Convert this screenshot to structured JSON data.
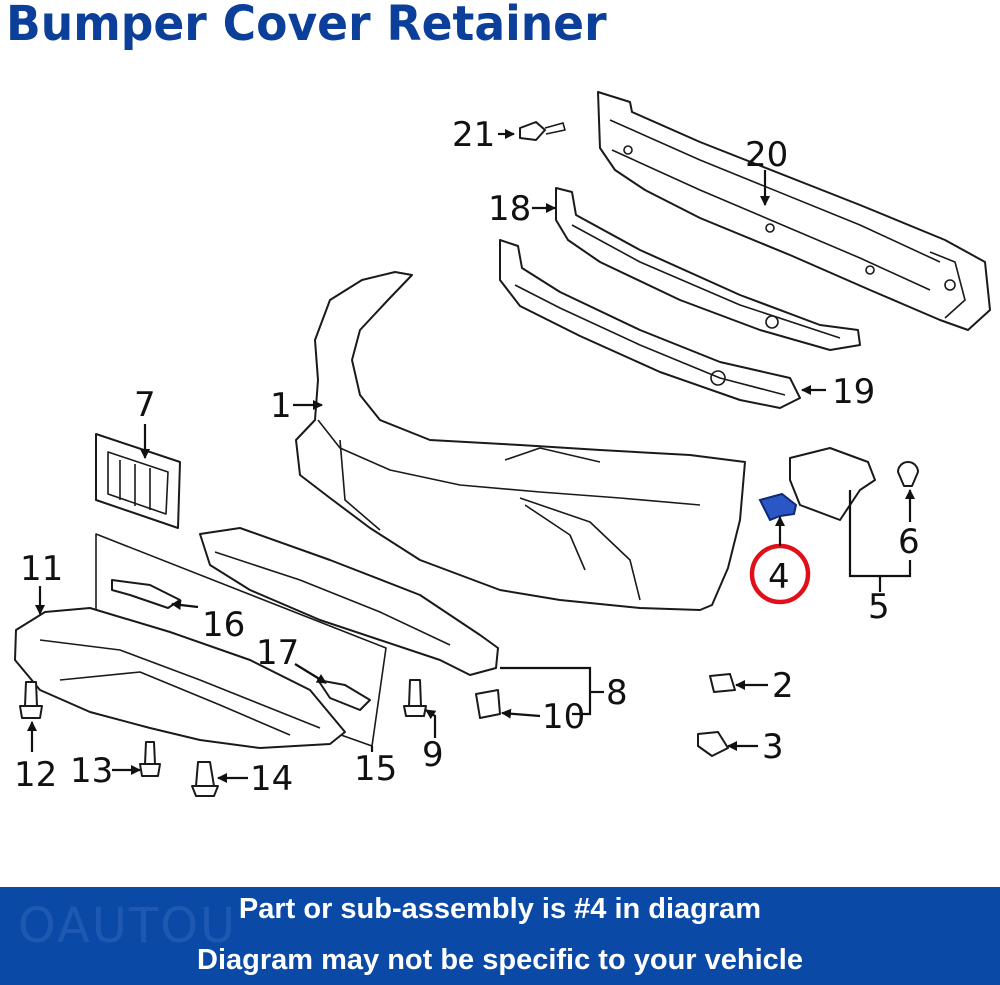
{
  "title": "Bumper Cover Retainer",
  "callouts": {
    "p1": "1",
    "p2": "2",
    "p3": "3",
    "p4": "4",
    "p5": "5",
    "p6": "6",
    "p7": "7",
    "p8": "8",
    "p9": "9",
    "p10": "10",
    "p11": "11",
    "p12": "12",
    "p13": "13",
    "p14": "14",
    "p15": "15",
    "p16": "16",
    "p17": "17",
    "p18": "18",
    "p19": "19",
    "p20": "20",
    "p21": "21"
  },
  "highlight": {
    "part": "4",
    "ring_color": "#e0101a",
    "part_color": "#2a56c6"
  },
  "banner": {
    "line1": "Part or sub-assembly is #4 in diagram",
    "line2": "Diagram may not be specific to your vehicle",
    "watermark": "OAUTOU",
    "background": "#0a4aa6"
  },
  "colors": {
    "title": "#0b3f9a",
    "ink": "#1a1a1a"
  }
}
